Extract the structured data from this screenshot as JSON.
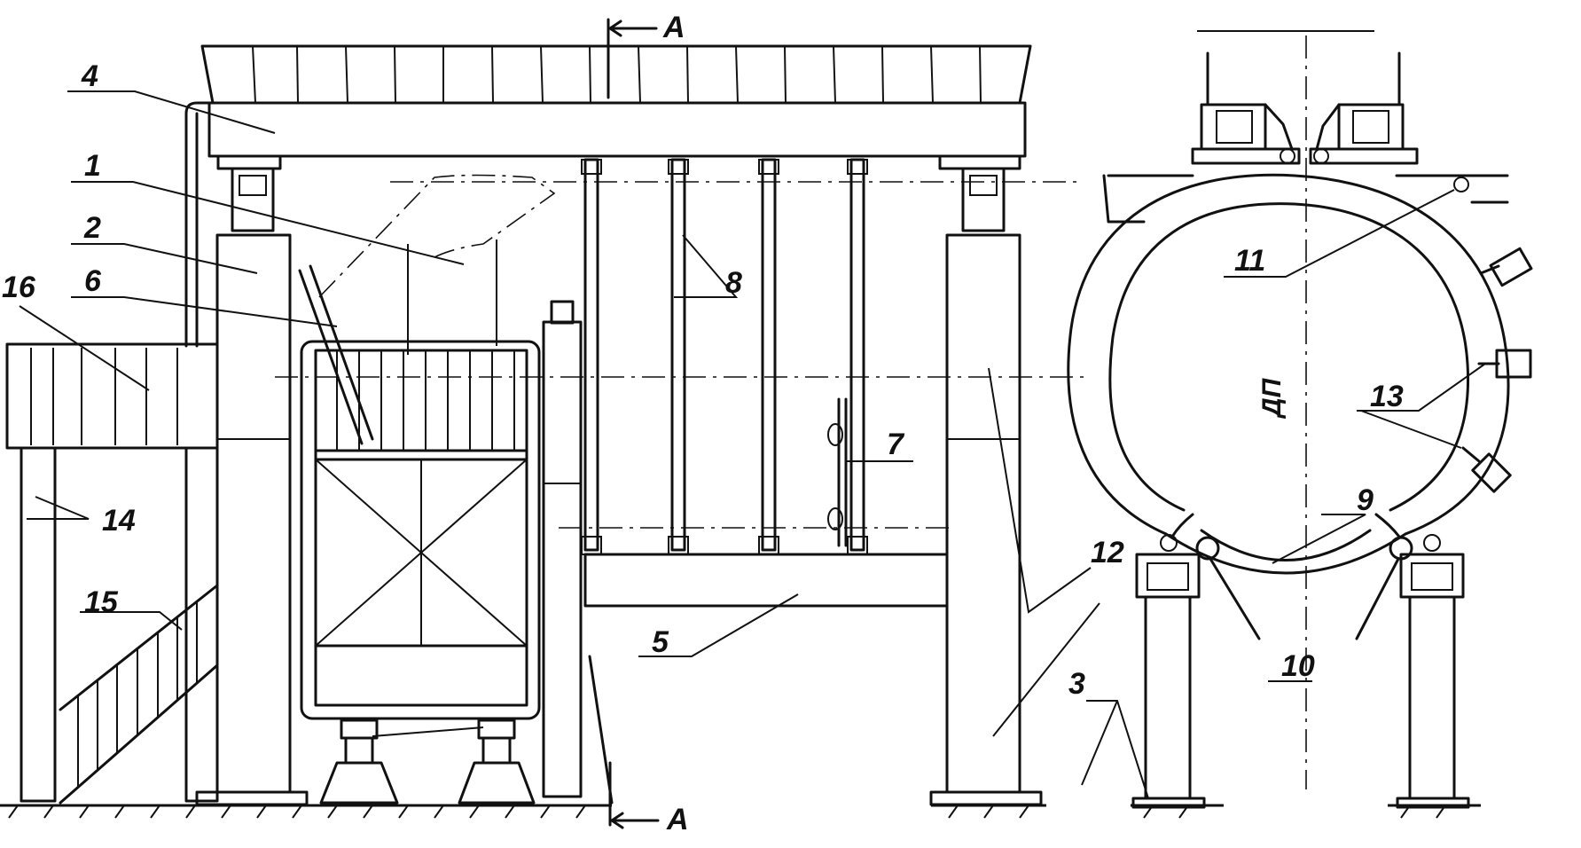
{
  "labels": {
    "l1": "1",
    "l2": "2",
    "l3": "3",
    "l4": "4",
    "l5": "5",
    "l6": "6",
    "l7": "7",
    "l8": "8",
    "l9": "9",
    "l10": "10",
    "l11": "11",
    "l12": "12",
    "l13": "13",
    "l14": "14",
    "l15": "15",
    "l16": "16"
  },
  "section": {
    "top": "A",
    "bottom": "A"
  },
  "centerline": "ДП"
}
